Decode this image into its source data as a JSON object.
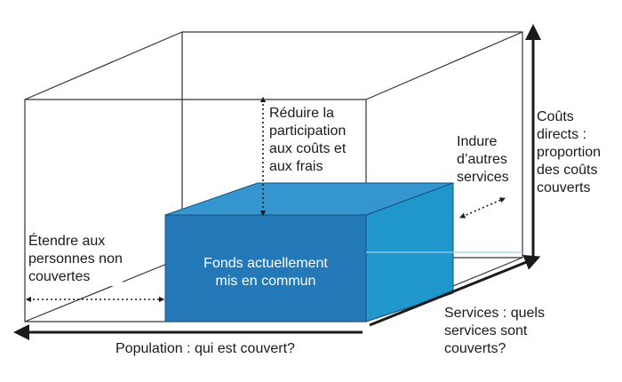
{
  "labels": {
    "reduce": [
      "Réduire la",
      "participation",
      "aux coûts et",
      "aux frais"
    ],
    "include": [
      "Indure",
      "d’autres",
      "services"
    ],
    "costs": [
      "Coûts",
      "directs :",
      "proportion",
      "des coûts",
      "couverts"
    ],
    "extend": [
      "Étendre aux",
      "personnes non",
      "couvertes"
    ],
    "pooled": [
      "Fonds actuellement",
      "mis en commun"
    ],
    "population": "Population : qui est  couvert?",
    "services": [
      "Services : quels",
      "services sont",
      "couverts?"
    ]
  },
  "colors": {
    "front": "#2379b8",
    "top": "#3596cf",
    "side": "#1f96cc",
    "line": "#1a1a1a",
    "frame": "#333333"
  }
}
